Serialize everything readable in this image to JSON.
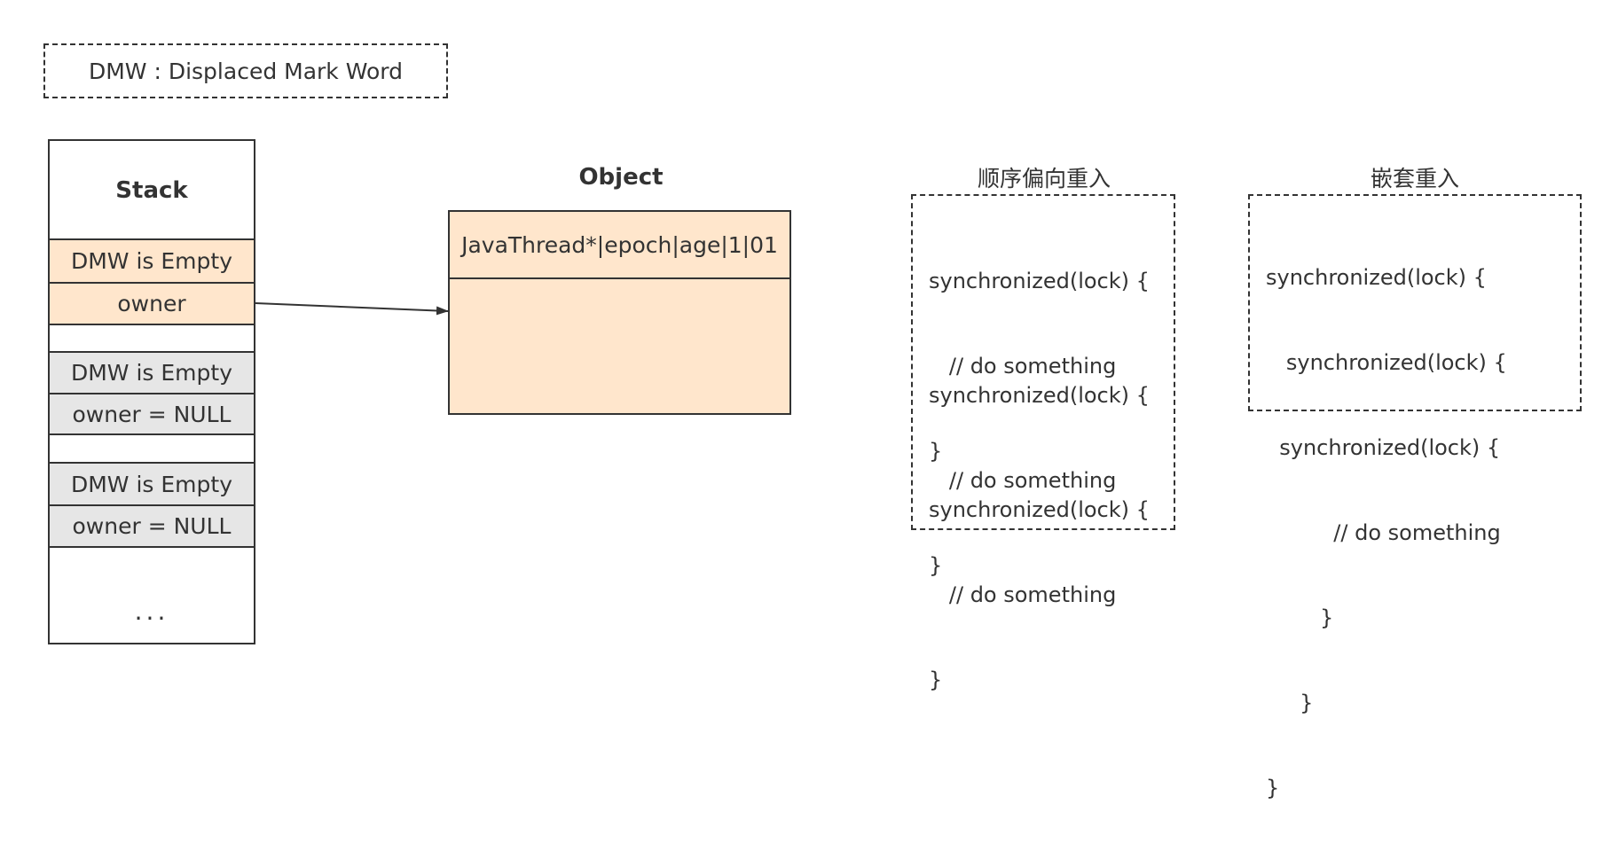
{
  "legend": {
    "text": "DMW : Displaced Mark Word"
  },
  "stack": {
    "title": "Stack",
    "cells": [
      {
        "label": "DMW is Empty",
        "color": "#ffe6cc"
      },
      {
        "label": "owner",
        "color": "#ffe6cc"
      },
      {
        "label": "DMW is Empty",
        "color": "#e6e6e6"
      },
      {
        "label": "owner = NULL",
        "color": "#e6e6e6"
      },
      {
        "label": "DMW is Empty",
        "color": "#e6e6e6"
      },
      {
        "label": "owner = NULL",
        "color": "#e6e6e6"
      }
    ],
    "ellipsis": "..."
  },
  "object": {
    "title": "Object",
    "mark_word": "JavaThread*|epoch|age|1|01",
    "color": "#ffe6cc"
  },
  "sequential": {
    "title": "顺序偏向重入",
    "blocks": [
      [
        "synchronized(lock) {",
        "   // do something",
        "}"
      ],
      [
        "synchronized(lock) {",
        "   // do something",
        "}"
      ],
      [
        "synchronized(lock) {",
        "   // do something",
        "}"
      ]
    ]
  },
  "nested": {
    "title": "嵌套重入",
    "lines": [
      "synchronized(lock) {",
      "   synchronized(lock) {",
      "  synchronized(lock) {",
      "          // do something",
      "        }",
      "     }",
      "}"
    ]
  }
}
